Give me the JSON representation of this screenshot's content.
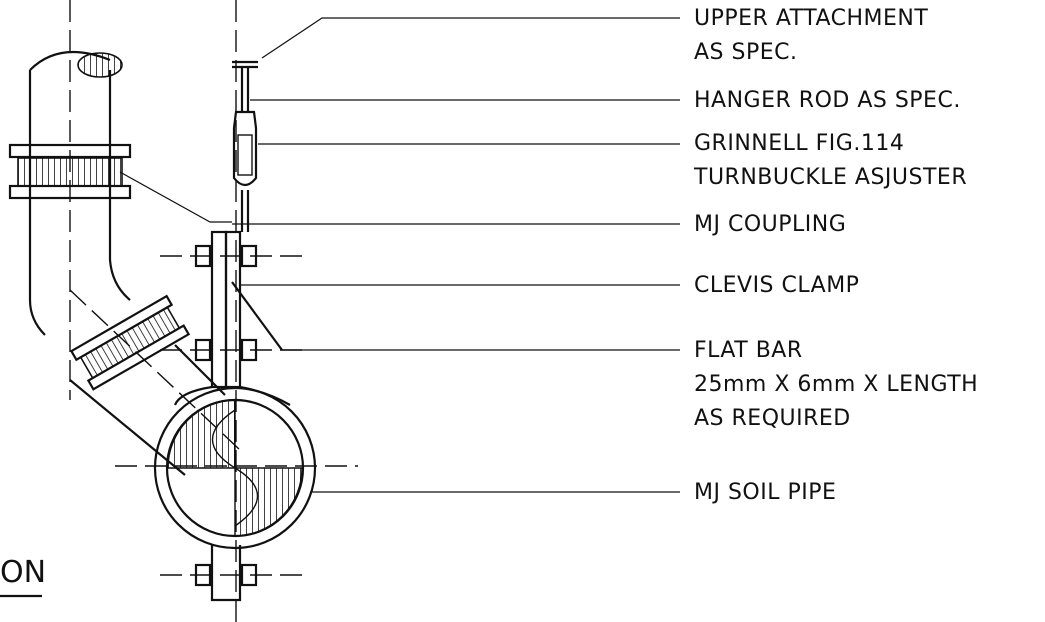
{
  "drawing": {
    "title_fragment": "ON",
    "callouts": [
      {
        "id": "upper-attachment",
        "lines": [
          "UPPER ATTACHMENT",
          "AS SPEC."
        ]
      },
      {
        "id": "hanger-rod",
        "lines": [
          "HANGER ROD AS SPEC."
        ]
      },
      {
        "id": "turnbuckle",
        "lines": [
          "GRINNELL FIG.114",
          "TURNBUCKLE ASJUSTER"
        ]
      },
      {
        "id": "mj-coupling",
        "lines": [
          "MJ COUPLING"
        ]
      },
      {
        "id": "clevis-clamp",
        "lines": [
          "CLEVIS CLAMP"
        ]
      },
      {
        "id": "flat-bar",
        "lines": [
          "FLAT BAR",
          "25mm X 6mm X LENGTH",
          "AS REQUIRED"
        ]
      },
      {
        "id": "mj-soil-pipe",
        "lines": [
          "MJ SOIL PIPE"
        ]
      }
    ]
  }
}
